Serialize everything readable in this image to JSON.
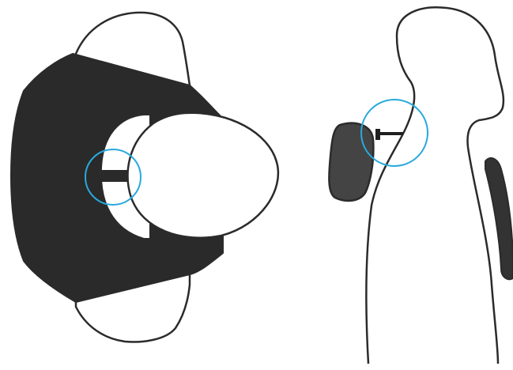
{
  "colors": {
    "background": "#ffffff",
    "outline": "#2b2b2b",
    "device_dark": "#2a2a2a",
    "side_pad": "#444444",
    "highlight_circle": "#29a9dc"
  },
  "views": [
    {
      "name": "top-view",
      "icons": [
        "device-body",
        "head-outline",
        "shoulder-outline",
        "connector-strap"
      ]
    },
    {
      "name": "side-view",
      "icons": [
        "torso-silhouette",
        "headrest-pad",
        "back-support",
        "connector-rod"
      ]
    }
  ]
}
